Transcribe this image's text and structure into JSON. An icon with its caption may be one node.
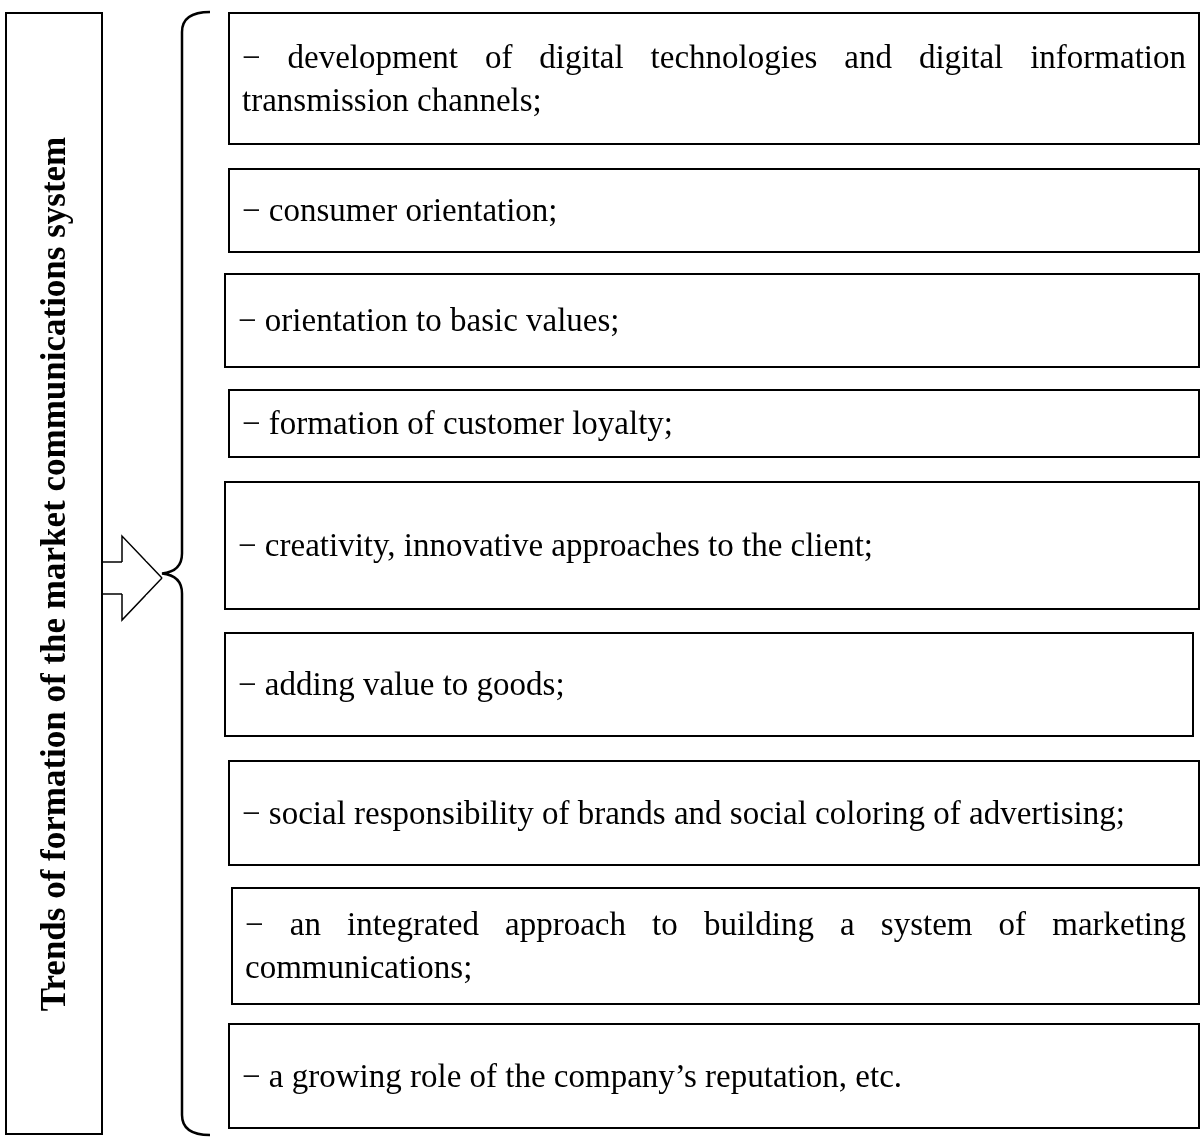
{
  "diagram": {
    "nodes": [
      {
        "text": [
          "Trends of formation of the market communications system"
        ]
      },
      {
        "text": [],
        "shape": "brace"
      },
      {
        "text": [
          "− development of digital technologies and digital information transmission channels;"
        ]
      },
      {
        "text": [
          "− consumer orientation;"
        ]
      },
      {
        "text": [
          "− orientation to basic values;"
        ]
      },
      {
        "text": [
          "− formation of customer loyalty;"
        ]
      },
      {
        "text": [
          "− creativity, innovative approaches to the client;"
        ]
      },
      {
        "text": [
          "− adding value  to goods;"
        ]
      },
      {
        "text": [
          "− social responsibility of brands and social coloring of advertising;"
        ]
      },
      {
        "text": [
          "− an integrated approach to building a system of marketing communications;"
        ]
      },
      {
        "text": [
          "− a growing role of the company’s reputation, etc."
        ]
      }
    ],
    "edges": [
      {
        "from": 0,
        "to": 1,
        "arrow": "to"
      }
    ]
  }
}
